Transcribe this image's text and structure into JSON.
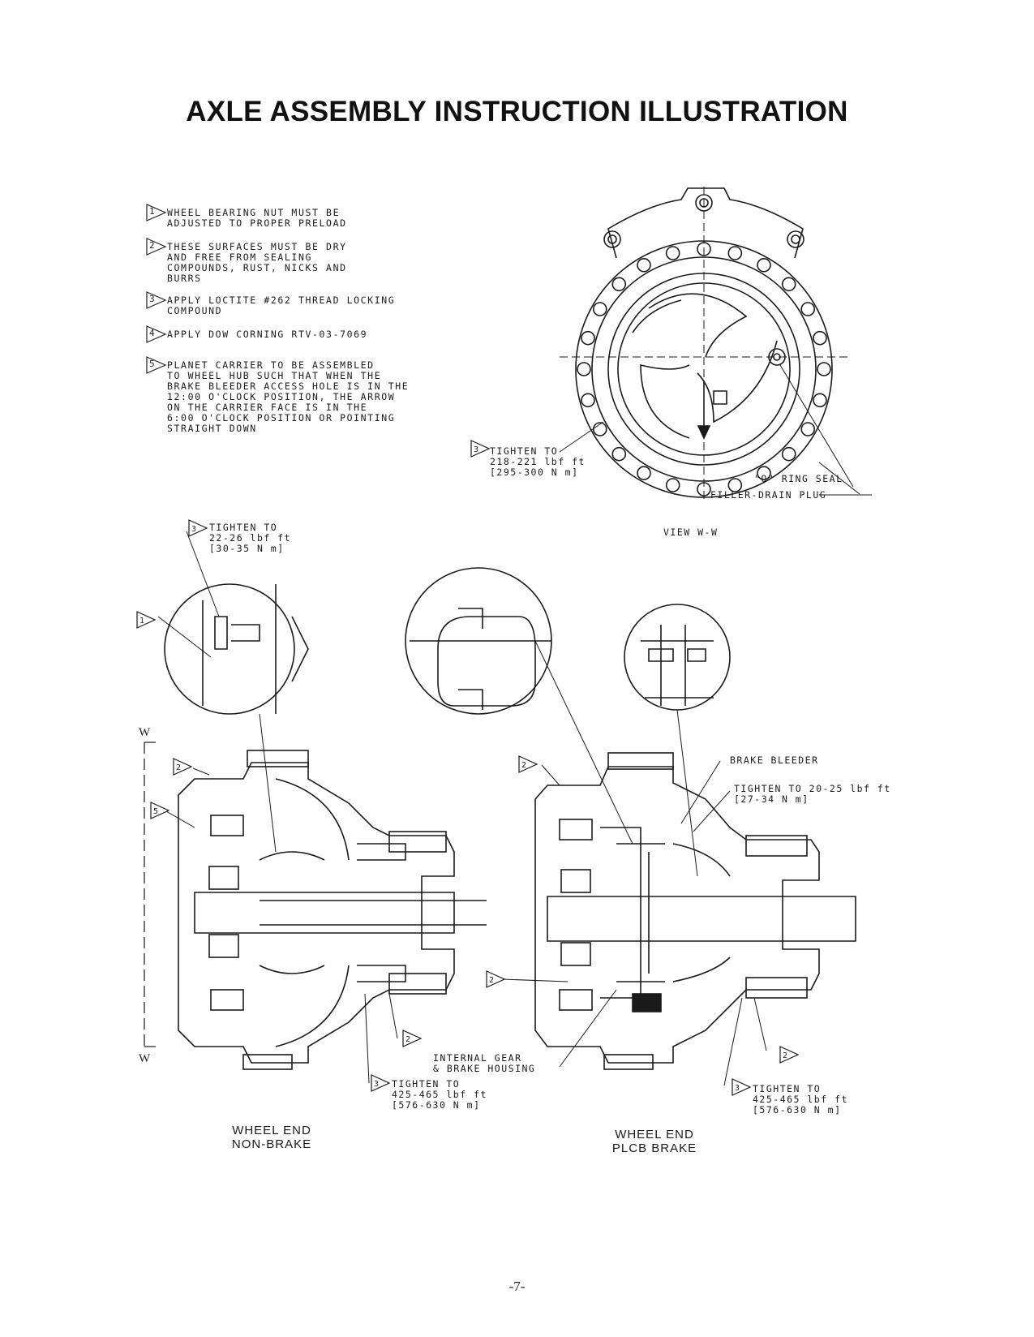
{
  "title": "AXLE ASSEMBLY INSTRUCTION ILLUSTRATION",
  "notes": [
    {
      "num": "1",
      "text": "WHEEL BEARING NUT MUST BE\nADJUSTED TO PROPER PRELOAD"
    },
    {
      "num": "2",
      "text": "THESE SURFACES MUST BE DRY\nAND FREE FROM SEALING\nCOMPOUNDS, RUST, NICKS AND\nBURRS"
    },
    {
      "num": "3",
      "text": "APPLY LOCTITE #262 THREAD LOCKING\nCOMPOUND"
    },
    {
      "num": "4",
      "text": "APPLY DOW CORNING RTV-03-7069"
    },
    {
      "num": "5",
      "text": "PLANET CARRIER TO BE ASSEMBLED\nTO WHEEL HUB SUCH THAT WHEN THE\nBRAKE BLEEDER ACCESS HOLE IS IN THE\n12:00 O'CLOCK POSITION, THE ARROW\nON THE CARRIER FACE IS IN THE\n6:00 O'CLOCK POSITION OR POINTING\nSTRAIGHT DOWN"
    }
  ],
  "callouts": {
    "torque_view": "TIGHTEN TO\n218-221 lbf ft\n[295-300 N m]",
    "o_ring": "\"O\" RING SEAL",
    "filler": "FILLER-DRAIN PLUG",
    "view_label": "VIEW W-W",
    "torque_left_top": "TIGHTEN TO\n22-26 lbf ft\n[30-35 N m]",
    "brake_bleeder": "BRAKE BLEEDER",
    "torque_bleeder": "TIGHTEN TO 20-25 lbf ft\n[27-34 N m]",
    "internal_gear": "INTERNAL GEAR\n& BRAKE HOUSING",
    "torque_left_bottom": "TIGHTEN TO\n425-465 lbf ft\n[576-630 N m]",
    "torque_right_bottom": "TIGHTEN TO\n425-465 lbf ft\n[576-630 N m]"
  },
  "section_marks": {
    "top": "W",
    "bottom": "W"
  },
  "captions": {
    "left": "WHEEL END\nNON-BRAKE",
    "right": "WHEEL END\nPLCB BRAKE"
  },
  "page_number": "-7-"
}
